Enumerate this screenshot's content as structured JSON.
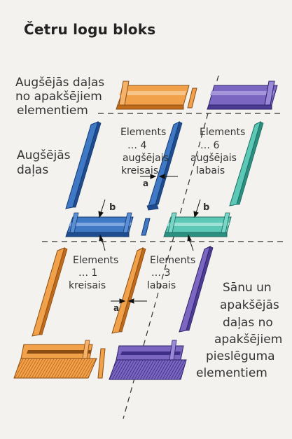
{
  "title": "Četru logu bloks",
  "labels": {
    "top_from_lower_1": "Augšējās daļas",
    "top_from_lower_2": "no apakšējiem",
    "top_from_lower_3": "elementiem",
    "upper_parts_1": "Augšējās",
    "upper_parts_2": "daļas",
    "el4_1": "Elements",
    "el4_2": "… 4",
    "el4_3": "augšējais",
    "el4_4": "kreisais",
    "el6_1": "Elements",
    "el6_2": "… 6",
    "el6_3": "augšējais",
    "el6_4": "labais",
    "el1_1": "Elements",
    "el1_2": "… 1",
    "el1_3": "kreisais",
    "el3_1": "Elements",
    "el3_2": "… 3",
    "el3_3": "labais",
    "side_1": "Sānu un",
    "side_2": "apakšējās",
    "side_3": "daļas no",
    "side_4": "apakšējiem",
    "side_5": "pieslēguma",
    "side_6": "elementiem",
    "dim_a": "a",
    "dim_b": "b"
  },
  "colors": {
    "orange": "#f0a14a",
    "orange_dark": "#c06a1c",
    "purple": "#7b67c2",
    "purple_dark": "#4c3c94",
    "blue": "#3f78c4",
    "blue_dark": "#1f4c8e",
    "teal": "#5cc8b6",
    "teal_dark": "#2b8f80"
  }
}
